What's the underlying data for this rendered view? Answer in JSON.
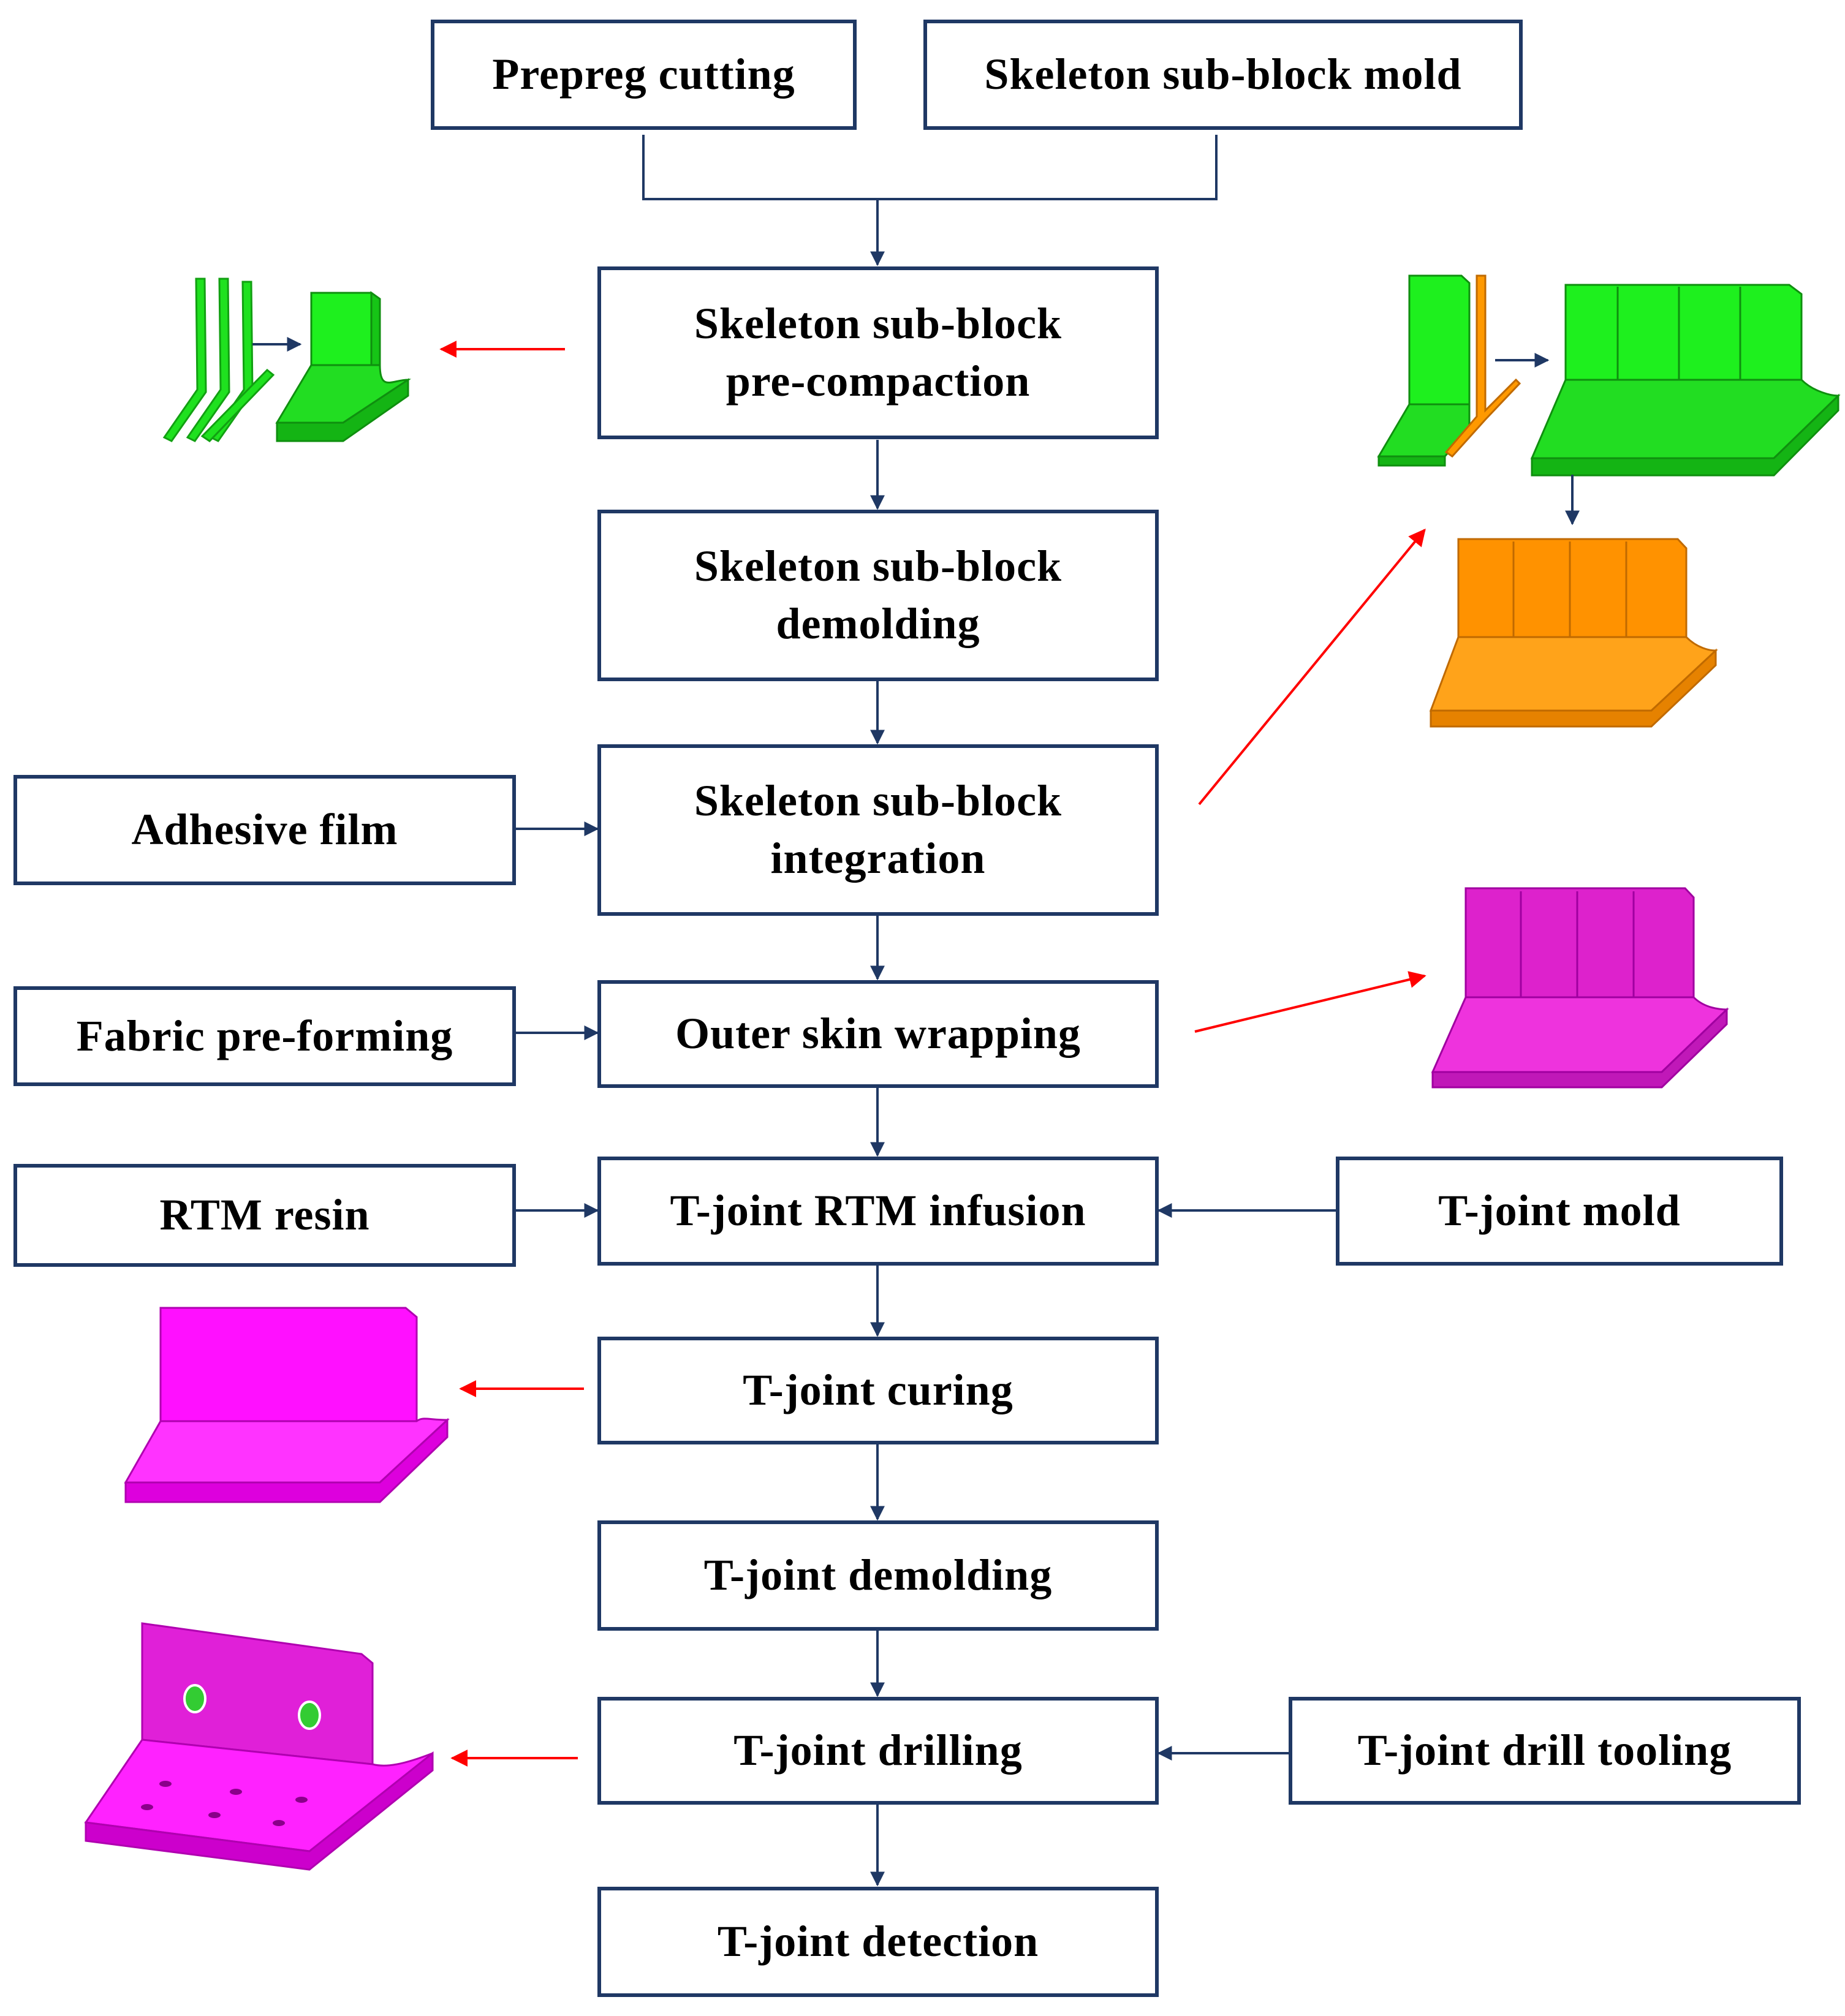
{
  "colors": {
    "box_border": "#1f3864",
    "flow_arrow": "#1f3864",
    "pointer_arrow": "#ff0000",
    "green_part": "#19e619",
    "orange_part": "#ff9900",
    "magenta_part": "#ff00ff",
    "drill_hole": "#33cc33"
  },
  "nodes": {
    "prepreg_cutting": "Prepreg cutting",
    "skeleton_mold": "Skeleton sub-block mold",
    "precompaction": [
      "Skeleton sub-block",
      "pre-compaction"
    ],
    "demolding": [
      "Skeleton sub-block",
      "demolding"
    ],
    "integration": [
      "Skeleton sub-block",
      "integration"
    ],
    "adhesive_film": "Adhesive film",
    "fabric_preforming": "Fabric pre-forming",
    "outer_skin": "Outer skin wrapping",
    "rtm_resin": "RTM resin",
    "rtm_infusion": "T-joint RTM infusion",
    "tjoint_mold": "T-joint mold",
    "curing": "T-joint curing",
    "tjoint_demolding": "T-joint demolding",
    "drilling": "T-joint drilling",
    "drill_tooling": "T-joint drill tooling",
    "detection": "T-joint detection"
  },
  "illustrations": [
    {
      "name": "prepreg-layup-to-subblock-illustration",
      "color": "green"
    },
    {
      "name": "subblock-assembly-illustration",
      "color": "green-orange"
    },
    {
      "name": "integrated-skeleton-illustration",
      "color": "orange"
    },
    {
      "name": "wrapped-preform-illustration",
      "color": "magenta"
    },
    {
      "name": "cured-tjoint-illustration",
      "color": "magenta"
    },
    {
      "name": "drilled-tjoint-illustration",
      "color": "magenta"
    }
  ]
}
